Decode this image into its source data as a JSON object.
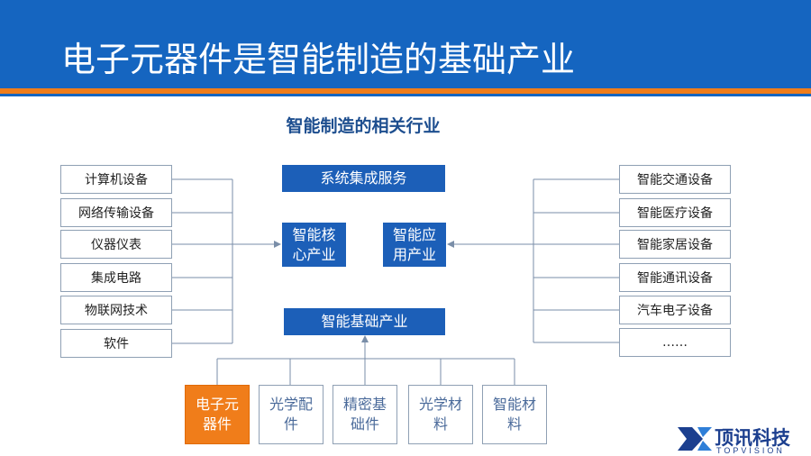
{
  "title": "电子元器件是智能制造的基础产业",
  "subtitle": "智能制造的相关行业",
  "left_items": [
    "计算机设备",
    "网络传输设备",
    "仪器仪表",
    "集成电路",
    "物联网技术",
    "软件"
  ],
  "right_items": [
    "智能交通设备",
    "智能医疗设备",
    "智能家居设备",
    "智能通讯设备",
    "汽车电子设备",
    "……"
  ],
  "center": {
    "system_integration": "系统集成服务",
    "core_industry_line1": "智能核",
    "core_industry_line2": "心产业",
    "application_industry_line1": "智能应",
    "application_industry_line2": "用产业",
    "basic_industry": "智能基础产业"
  },
  "materials": [
    {
      "line1": "电子元",
      "line2": "器件",
      "highlighted": true
    },
    {
      "line1": "光学配",
      "line2": "件",
      "highlighted": false
    },
    {
      "line1": "精密基",
      "line2": "础件",
      "highlighted": false
    },
    {
      "line1": "光学材",
      "line2": "料",
      "highlighted": false
    },
    {
      "line1": "智能材",
      "line2": "料",
      "highlighted": false
    }
  ],
  "logo": {
    "name": "顶讯科技",
    "sub": "TOPVISION"
  },
  "colors": {
    "header": "#1565c0",
    "accent": "#f07d1a",
    "box_blue": "#1c5fb8"
  }
}
